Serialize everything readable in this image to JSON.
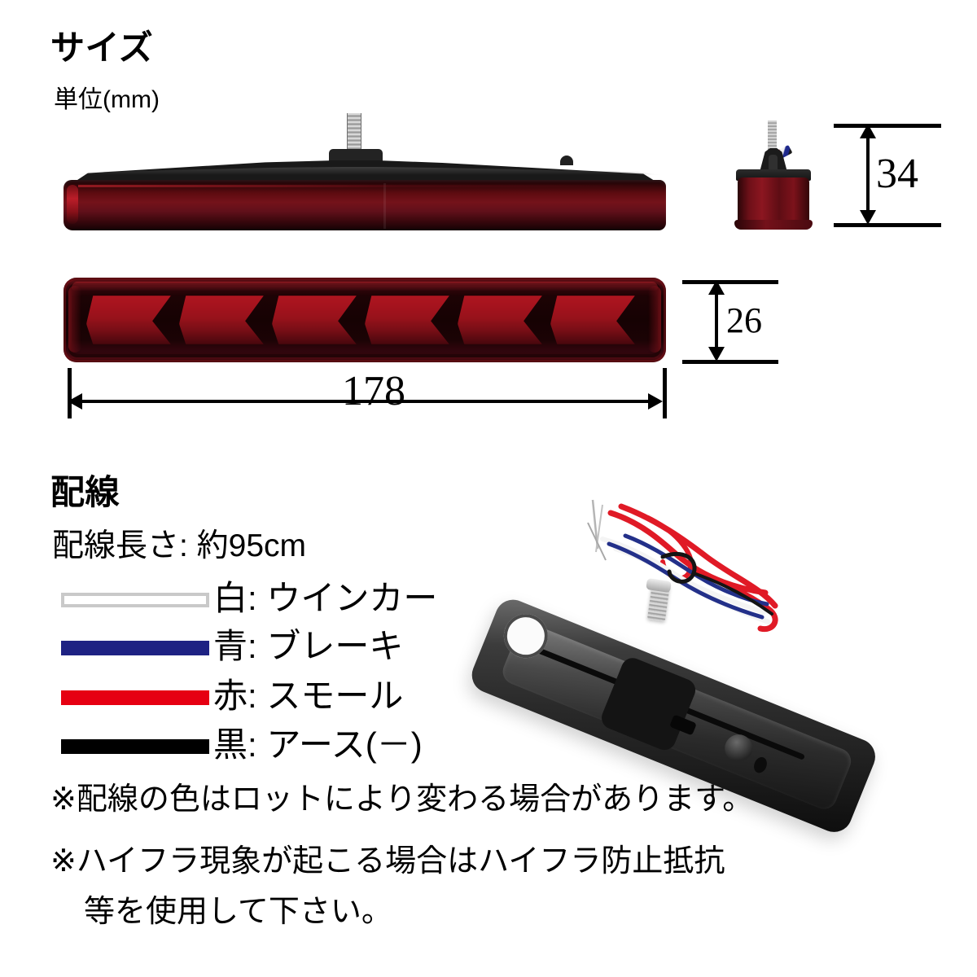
{
  "sections": {
    "size": {
      "title": "サイズ",
      "unit_label": "単位(mm)"
    },
    "wiring": {
      "title": "配線",
      "length_label": "配線長さ: 約95cm"
    }
  },
  "dimensions": {
    "height_side": "34",
    "height_front": "26",
    "length": "178"
  },
  "wire_legend": [
    {
      "color_name": "白",
      "color_hex": "#ffffff",
      "border_hex": "#c9c9c9",
      "label": "白: ウインカー",
      "function": "ウインカー"
    },
    {
      "color_name": "青",
      "color_hex": "#1e2283",
      "border_hex": "#1e2283",
      "label": "青: ブレーキ",
      "function": "ブレーキ"
    },
    {
      "color_name": "赤",
      "color_hex": "#e60012",
      "border_hex": "#e60012",
      "label": "赤: スモール",
      "function": "スモール"
    },
    {
      "color_name": "黒",
      "color_hex": "#000000",
      "border_hex": "#000000",
      "label": "黒: アース(－)",
      "function": "アース(－)"
    }
  ],
  "notes": [
    "※配線の色はロットにより変わる場合があります。",
    "※ハイフラ現象が起こる場合はハイフラ防止抵抗",
    "等を使用して下さい。"
  ],
  "product": {
    "side_view_alt": "LEDリフレクターランプ 側面写真",
    "front_view_alt": "LEDリフレクターランプ 正面写真",
    "end_view_alt": "LEDリフレクターランプ 端面写真",
    "wiring_photo_alt": "LEDリフレクターランプ 背面・配線写真",
    "led_segment_count": 6,
    "lens_color_hex": "#7d1018",
    "housing_color_hex": "#1a1a1a"
  }
}
